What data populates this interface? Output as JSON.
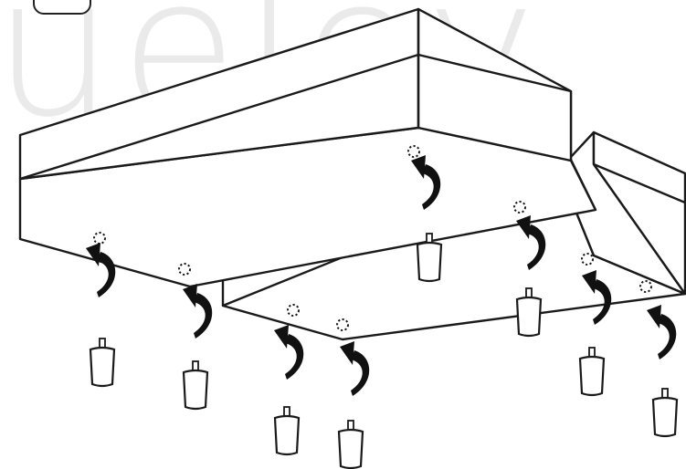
{
  "watermark": {
    "text": "ueTev",
    "color": "#d9d9d9"
  },
  "colors": {
    "line": "#1a1a1a",
    "arrow": "#111111",
    "background": "#ffffff"
  },
  "icons": {
    "badge": "rounded-badge-icon",
    "hole": "dotted-hole-icon",
    "arrow": "curved-screw-in-arrow-icon",
    "leg": "furniture-leg-icon"
  },
  "step": {
    "front_box_leg_count": 4,
    "back_box_leg_count": 4
  }
}
